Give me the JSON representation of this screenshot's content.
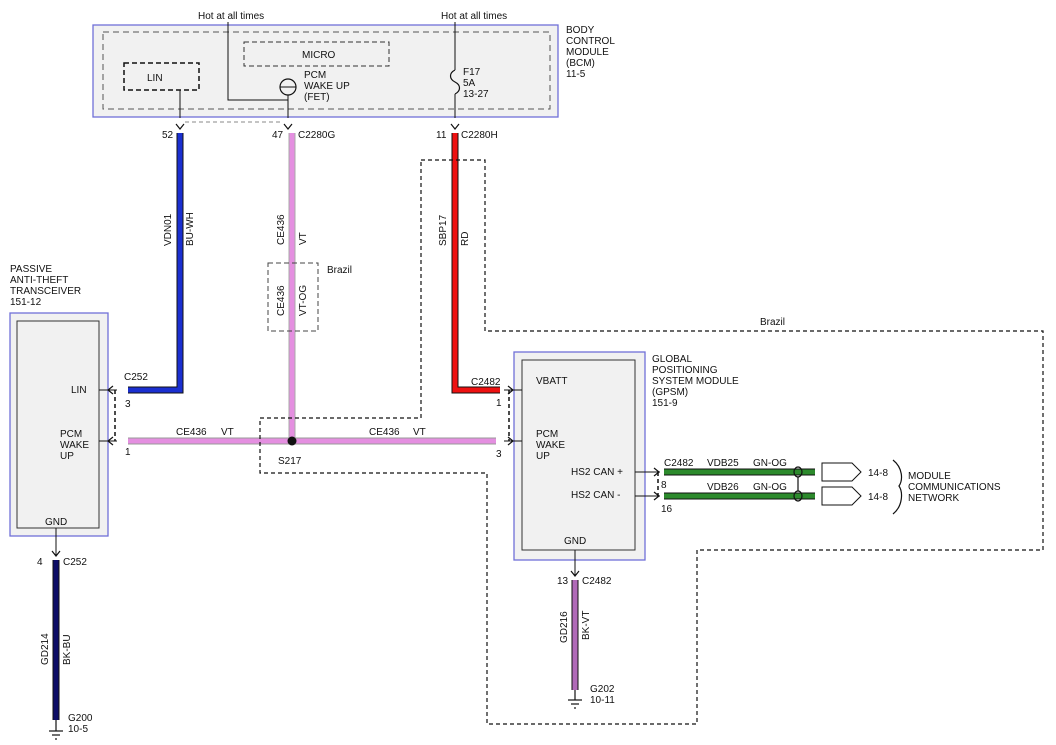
{
  "colors": {
    "blue": "#1a2fd0",
    "pink": "#e48fe0",
    "red": "#ee1111",
    "dark_blue": "#0c0c66",
    "green": "#2c8a2c",
    "black_violet": "#b06ab8",
    "module_border": "#7070d8",
    "module_fill": "#f1f1f1"
  },
  "labels": {
    "hot1": "Hot at all times",
    "hot2": "Hot at all times",
    "bcm_name": [
      "BODY",
      "CONTROL",
      "MODULE",
      "(BCM)",
      "11-5"
    ],
    "micro": "MICRO",
    "lin_bcm": "LIN",
    "pcm_wake_fet": [
      "PCM",
      "WAKE UP",
      "(FET)"
    ],
    "fuse": [
      "F17",
      "5A",
      "13-27"
    ],
    "pin52": "52",
    "pin47": "47",
    "c2280g": "C2280G",
    "pin11": "11",
    "c2280h": "C2280H",
    "vdn01": "VDN01",
    "bu_wh": "BU-WH",
    "ce436_v": "CE436",
    "vt_v": "VT",
    "brazil_box": "Brazil",
    "ce436_v2": "CE436",
    "vt_og": "VT-OG",
    "sbp17": "SBP17",
    "rd": "RD",
    "brazil_route": "Brazil",
    "pats_name": [
      "PASSIVE",
      "ANTI-THEFT",
      "TRANSCEIVER",
      "151-12"
    ],
    "lin_pats": "LIN",
    "pcm_wake_pats": [
      "PCM",
      "WAKE",
      "UP"
    ],
    "gnd_pats": "GND",
    "c252_top": "C252",
    "pin3_pats": "3",
    "pin1_pats": "1",
    "ce436_h1": "CE436",
    "vt_h1": "VT",
    "ce436_h2": "CE436",
    "vt_h2": "VT",
    "s217": "S217",
    "pin3_gpsm": "3",
    "c2482_top": "C2482",
    "pin1_gpsm": "1",
    "gpsm_name": [
      "GLOBAL",
      "POSITIONING",
      "SYSTEM MODULE",
      "(GPSM)",
      "151-9"
    ],
    "vbatt": "VBATT",
    "pcm_wake_gpsm": [
      "PCM",
      "WAKE",
      "UP"
    ],
    "hs2p": "HS2 CAN +",
    "hs2m": "HS2 CAN -",
    "gnd_gpsm": "GND",
    "c2482_can": "C2482",
    "pin8": "8",
    "pin16": "16",
    "vdb25": "VDB25",
    "gnog1": "GN-OG",
    "vdb26": "VDB26",
    "gnog2": "GN-OG",
    "ref148a": "14-8",
    "ref148b": "14-8",
    "mcn": [
      "MODULE",
      "COMMUNICATIONS",
      "NETWORK"
    ],
    "pin4": "4",
    "c252_bot": "C252",
    "gd214": "GD214",
    "bk_bu": "BK-BU",
    "g200": [
      "G200",
      "10-5"
    ],
    "pin13": "13",
    "c2482_bot": "C2482",
    "gd216": "GD216",
    "bk_vt": "BK-VT",
    "g202": [
      "G202",
      "10-11"
    ]
  }
}
